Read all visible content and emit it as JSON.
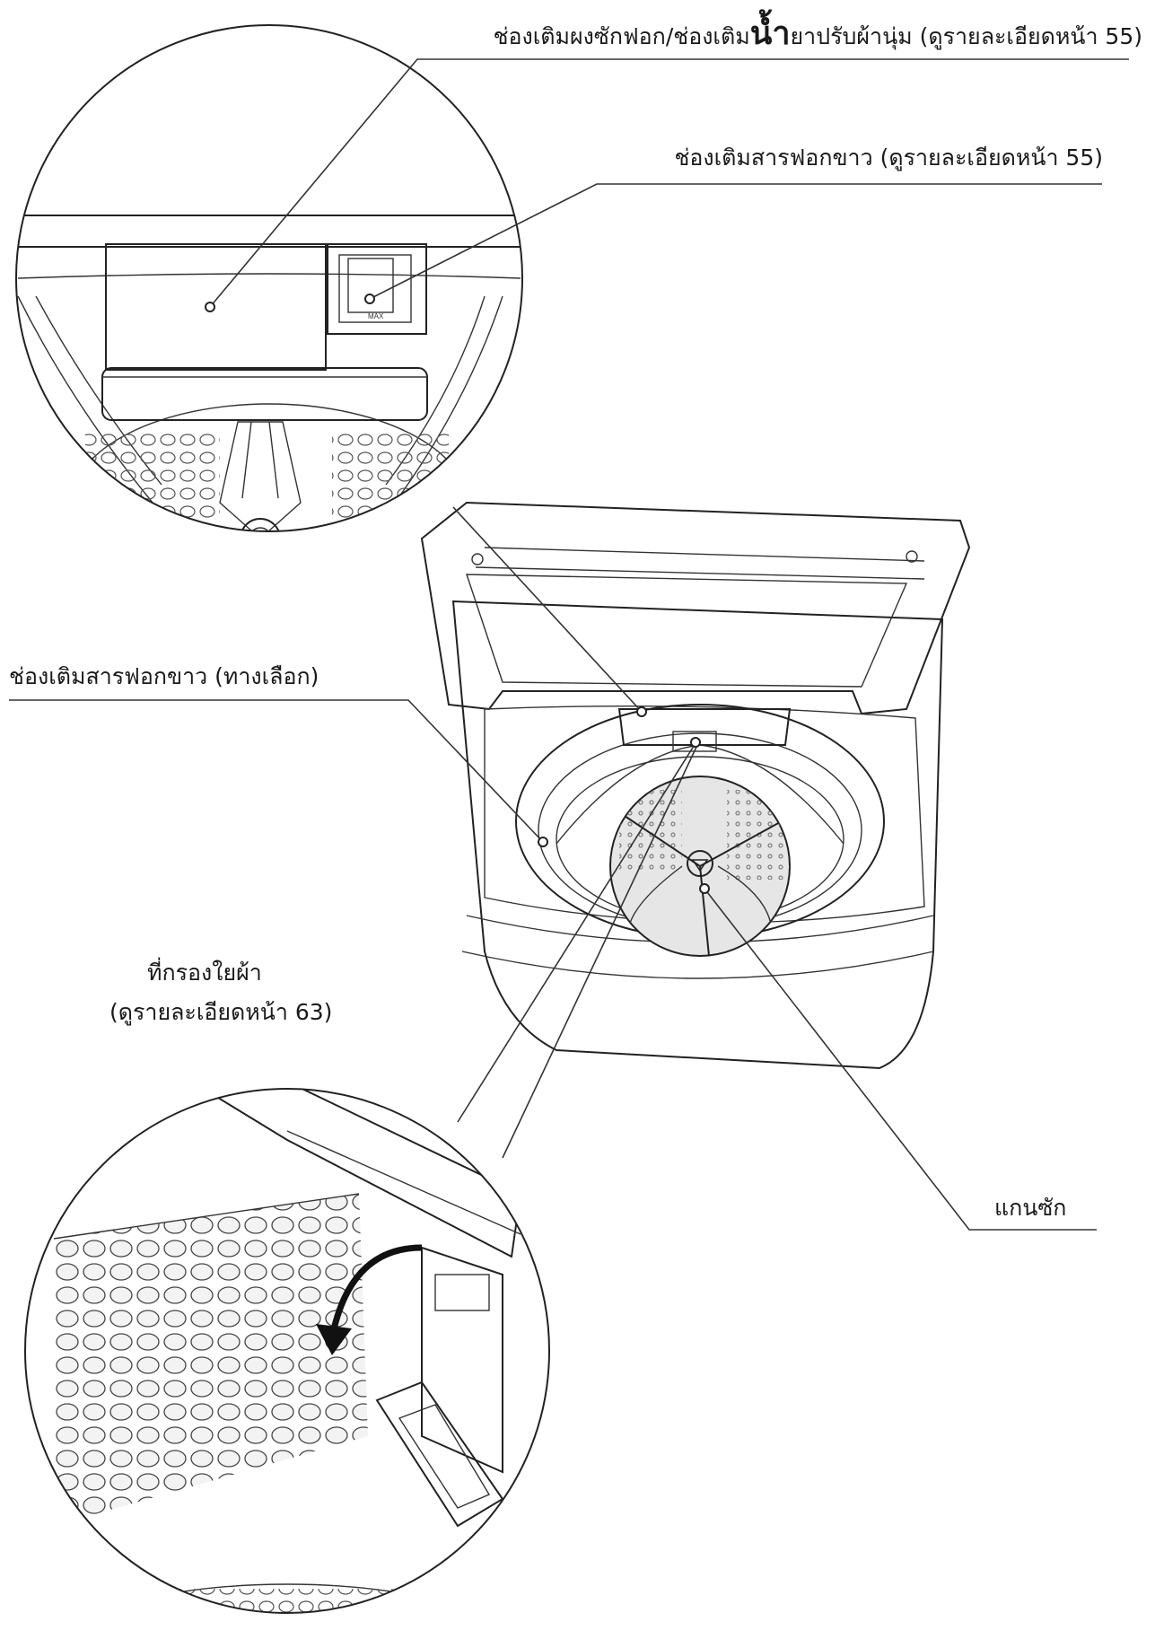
{
  "labels": {
    "detergent_pre": "ช่องเติมผงซักฟอก/ช่องเติม",
    "detergent_big": "น้ำ",
    "detergent_post": "ยาปรับผ้านุ่ม (ดูรายละเอียดหน้า 55)",
    "bleach_top": "ช่องเติมสารฟอกขาว (ดูรายละเอียดหน้า 55)",
    "bleach_optional": "ช่องเติมสารฟอกขาว (ทางเลือก)",
    "lint_filter_line1": "ที่กรองใยผ้า",
    "lint_filter_line2": "(ดูรายละเอียดหน้า 63)",
    "pulsator": "แกนซัก",
    "max_mark": "MAX"
  }
}
